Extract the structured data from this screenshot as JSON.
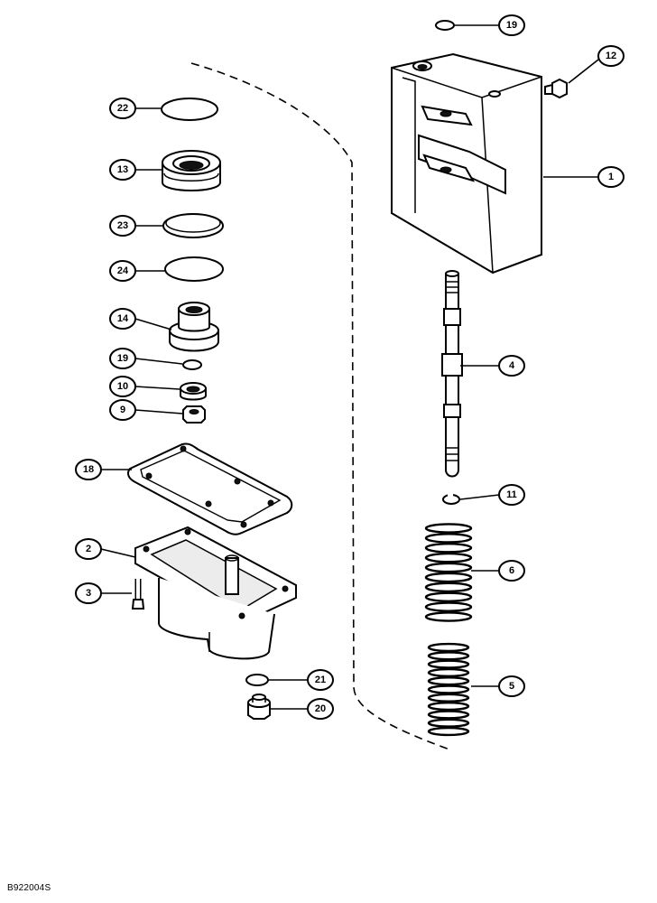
{
  "figure_code": "B922004S",
  "callouts": [
    {
      "id": "c1",
      "label": "1"
    },
    {
      "id": "c2",
      "label": "2"
    },
    {
      "id": "c3",
      "label": "3"
    },
    {
      "id": "c4",
      "label": "4"
    },
    {
      "id": "c5",
      "label": "5"
    },
    {
      "id": "c6",
      "label": "6"
    },
    {
      "id": "c9",
      "label": "9"
    },
    {
      "id": "c10",
      "label": "10"
    },
    {
      "id": "c11",
      "label": "11"
    },
    {
      "id": "c12",
      "label": "12"
    },
    {
      "id": "c13",
      "label": "13"
    },
    {
      "id": "c14",
      "label": "14"
    },
    {
      "id": "c18",
      "label": "18"
    },
    {
      "id": "c19a",
      "label": "19"
    },
    {
      "id": "c19b",
      "label": "19"
    },
    {
      "id": "c20",
      "label": "20"
    },
    {
      "id": "c21",
      "label": "21"
    },
    {
      "id": "c22",
      "label": "22"
    },
    {
      "id": "c23",
      "label": "23"
    },
    {
      "id": "c24",
      "label": "24"
    }
  ]
}
